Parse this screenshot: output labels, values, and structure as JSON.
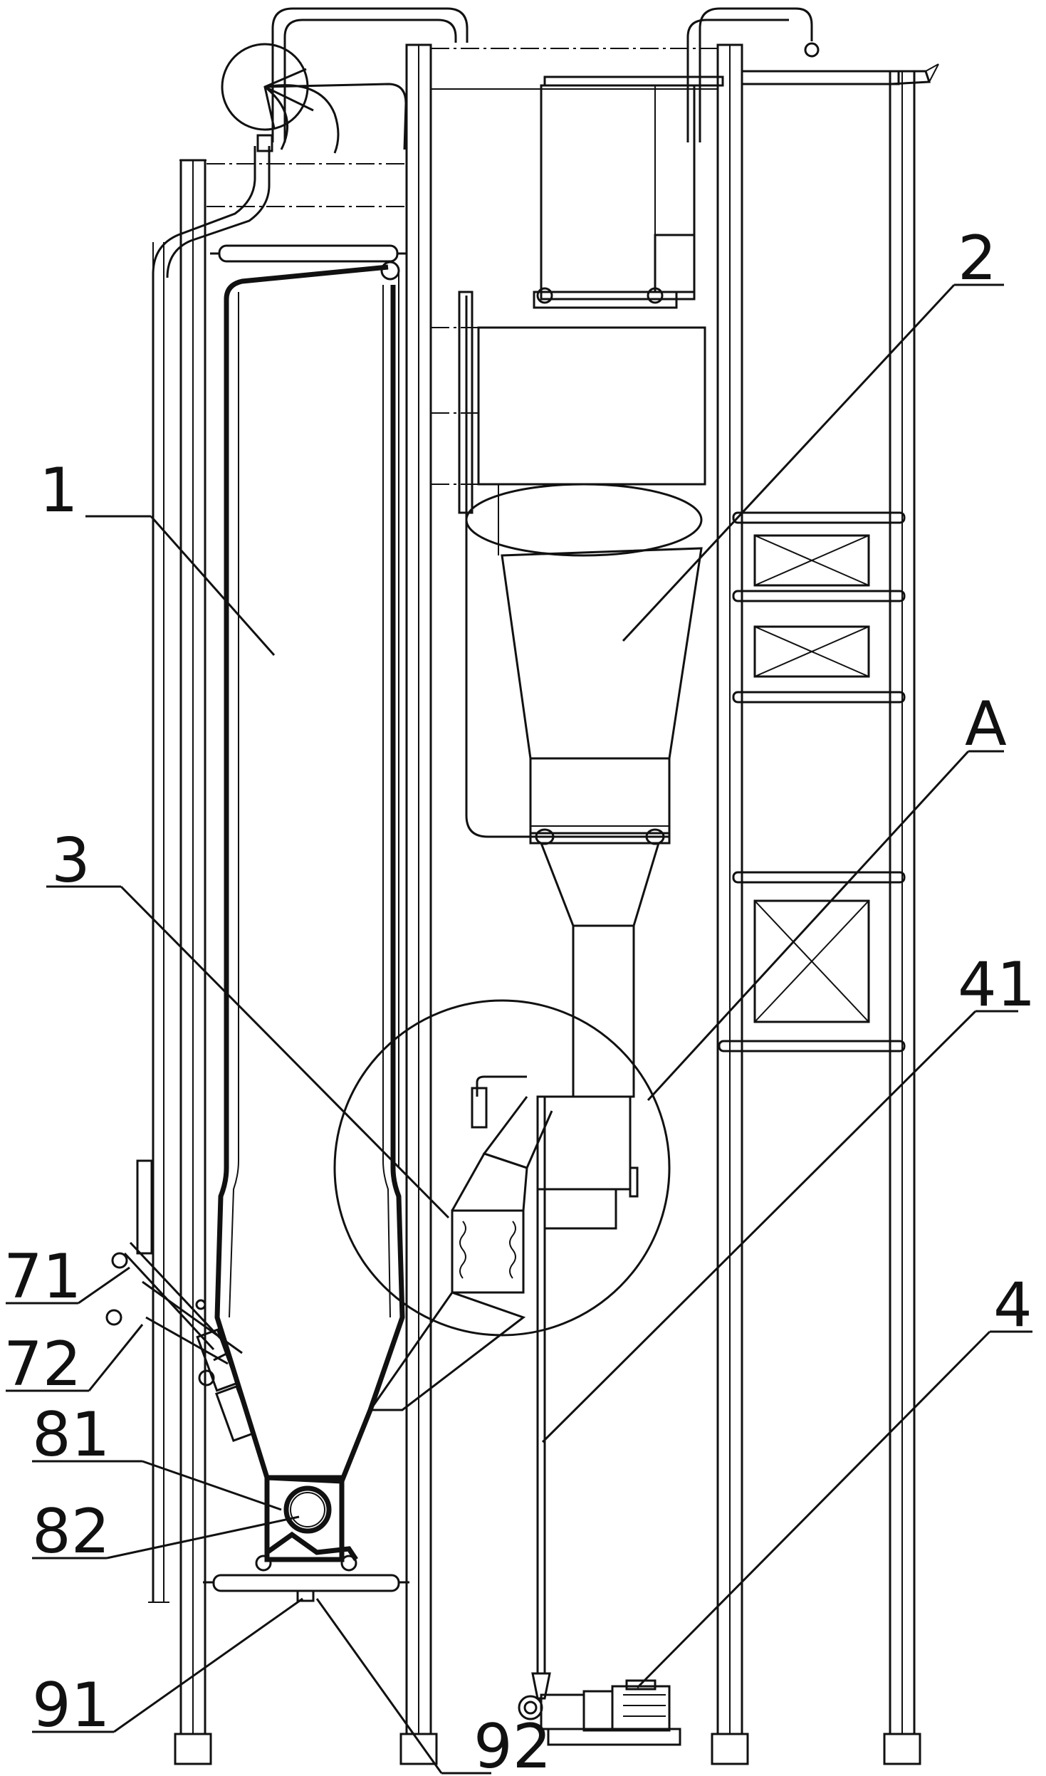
{
  "labels": {
    "l1": "1",
    "l2": "2",
    "l3": "3",
    "l4": "4",
    "lA": "A",
    "l41": "41",
    "l71": "71",
    "l72": "72",
    "l81": "81",
    "l82": "82",
    "l91": "91",
    "l92": "92"
  }
}
